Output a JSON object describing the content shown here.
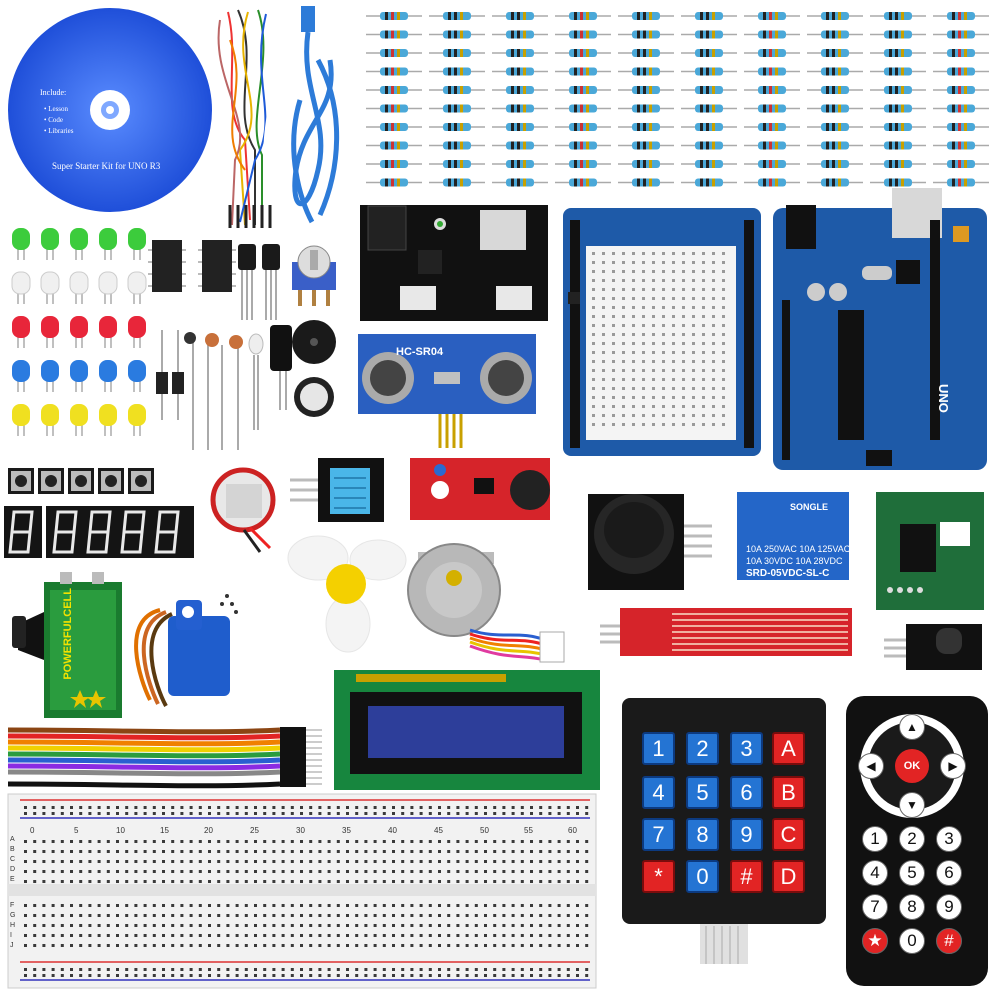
{
  "cd": {
    "include_heading": "Include:",
    "items": [
      "• Lesson",
      "• Code",
      "• Libraries"
    ],
    "title": "Super Starter Kit for UNO R3"
  },
  "ultrasonic": {
    "label": "HC-SR04"
  },
  "battery": {
    "brand": "POWERFULCELL"
  },
  "uno": {
    "label": "UNO"
  },
  "relay": {
    "brand": "SONGLE",
    "line1": "10A 250VAC 10A 125VAC",
    "line2": "10A 30VDC 10A 28VDC",
    "model": "SRD-05VDC-SL-C"
  },
  "keypad": {
    "rows": [
      [
        "1",
        "2",
        "3",
        "A"
      ],
      [
        "4",
        "5",
        "6",
        "B"
      ],
      [
        "7",
        "8",
        "9",
        "C"
      ],
      [
        "*",
        "0",
        "#",
        "D"
      ]
    ],
    "red_keys": [
      "A",
      "B",
      "C",
      "D",
      "*",
      "#"
    ]
  },
  "remote": {
    "ok_label": "OK",
    "arrows": [
      "▲",
      "◀",
      "▶",
      "▼"
    ],
    "buttons": [
      [
        "1",
        "2",
        "3"
      ],
      [
        "4",
        "5",
        "6"
      ],
      [
        "7",
        "8",
        "9"
      ],
      [
        "★",
        "0",
        "#"
      ]
    ]
  },
  "breadboard": {
    "numbers": [
      "0",
      "5",
      "10",
      "15",
      "20",
      "25",
      "30",
      "35",
      "40",
      "45",
      "50",
      "55",
      "60"
    ],
    "row_letters_top": [
      "A",
      "B",
      "C",
      "D",
      "E"
    ],
    "row_letters_bottom": [
      "F",
      "G",
      "H",
      "I",
      "J"
    ]
  },
  "colors": {
    "cd_blue": "#2f60e6",
    "uno_blue": "#1e5aa8",
    "relay_blue": "#2466c8",
    "pcb_green": "#1f6e3a",
    "key_red": "#e22424",
    "key_blue": "#2474d3"
  }
}
